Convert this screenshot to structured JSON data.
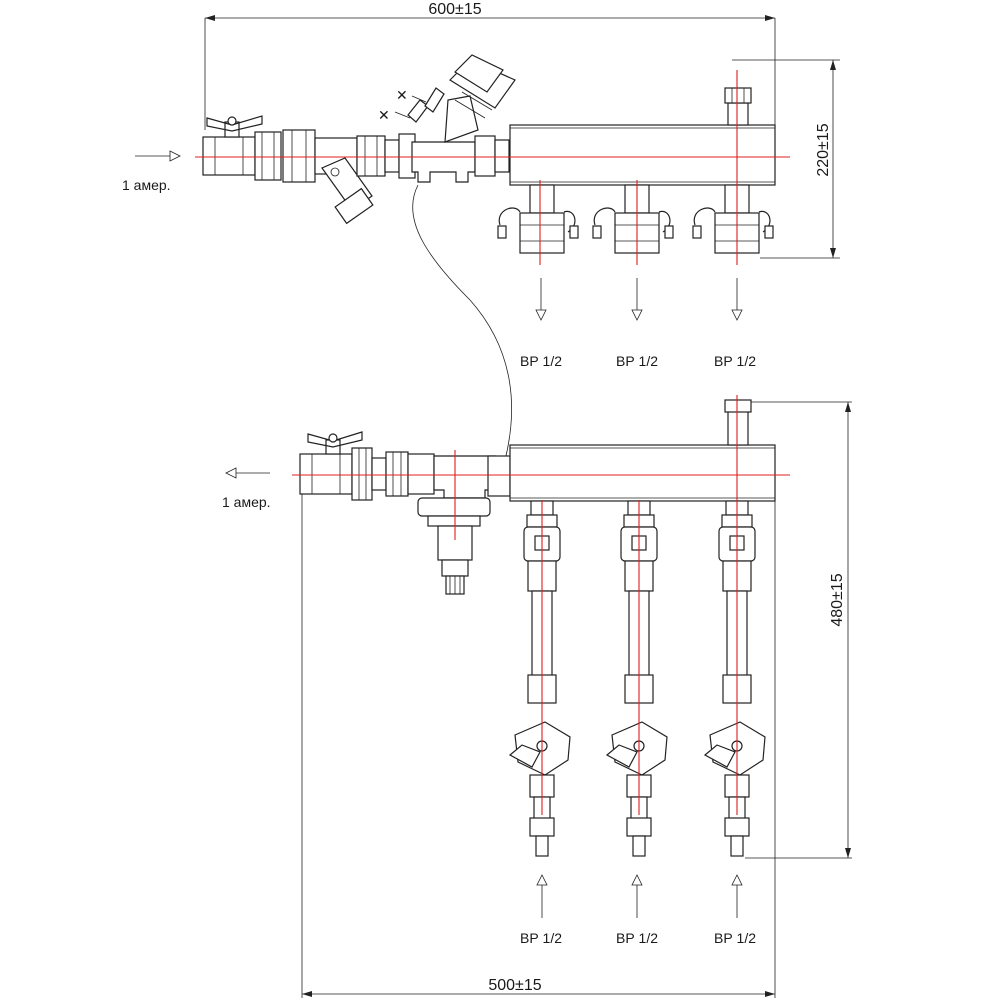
{
  "dimensions": {
    "top_width": "600±15",
    "top_height": "220±15",
    "bottom_height": "480±15",
    "bottom_width": "500±15"
  },
  "labels": {
    "supply_inlet": "1 амер.",
    "return_outlet": "1 амер."
  },
  "supply_outlets": [
    "ВР 1/2",
    "ВР 1/2",
    "ВР 1/2"
  ],
  "return_inlets": [
    "ВР 1/2",
    "ВР 1/2",
    "ВР 1/2"
  ],
  "colors": {
    "axis_line": "#e0201c",
    "outline": "#222222"
  }
}
